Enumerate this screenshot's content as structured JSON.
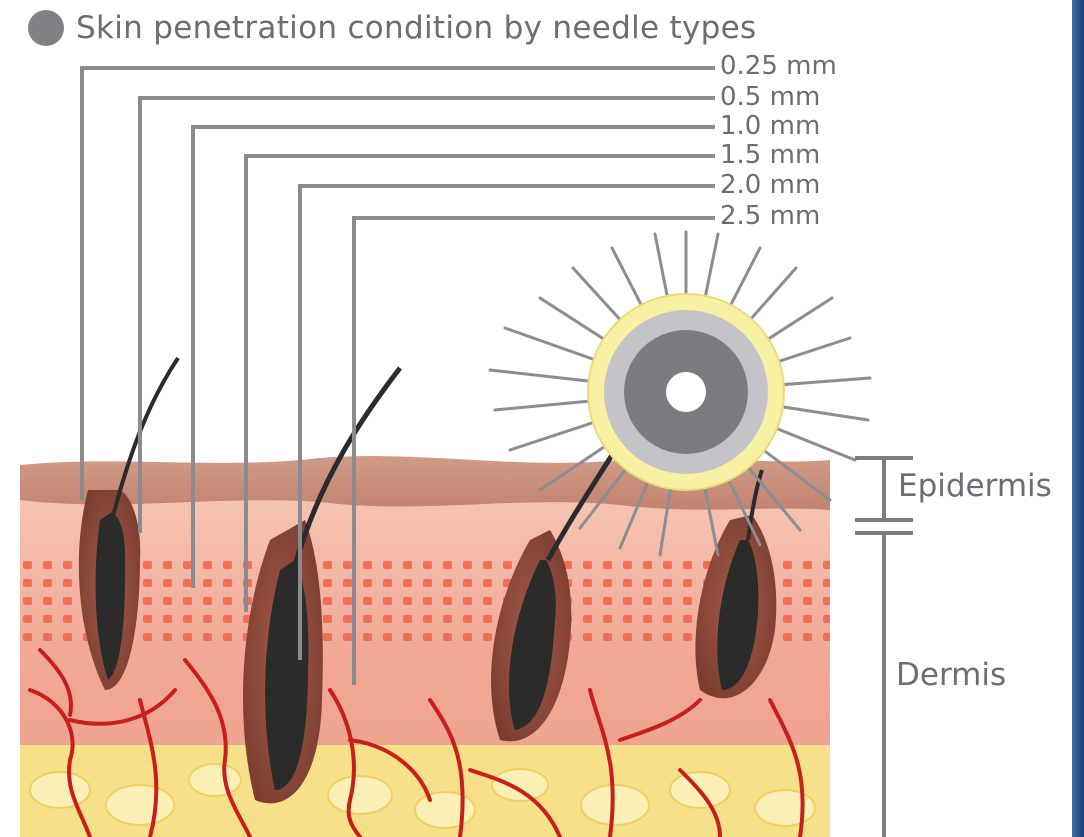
{
  "title": "Skin penetration condition by needle types",
  "needles": [
    {
      "label": "0.25 mm"
    },
    {
      "label": "0.5 mm"
    },
    {
      "label": "1.0 mm"
    },
    {
      "label": "1.5 mm"
    },
    {
      "label": "2.0 mm"
    },
    {
      "label": "2.5 mm"
    }
  ],
  "layers": {
    "epidermis": "Epidermis",
    "dermis": "Dermis"
  },
  "colors": {
    "text": "#6c6c72",
    "leader_line": "#8a8a90",
    "epidermis": "#c98f7b",
    "dermis": "#f2b2a0",
    "pores": "#f36b4e",
    "fat": "#f7e08a",
    "vessels": "#c7201c",
    "hair": "#2b2b2b",
    "roller_ring": "#f8f1a4"
  },
  "icons": [
    "bullet-circle-icon",
    "dermaroller-icon",
    "hair-follicle-icon"
  ]
}
